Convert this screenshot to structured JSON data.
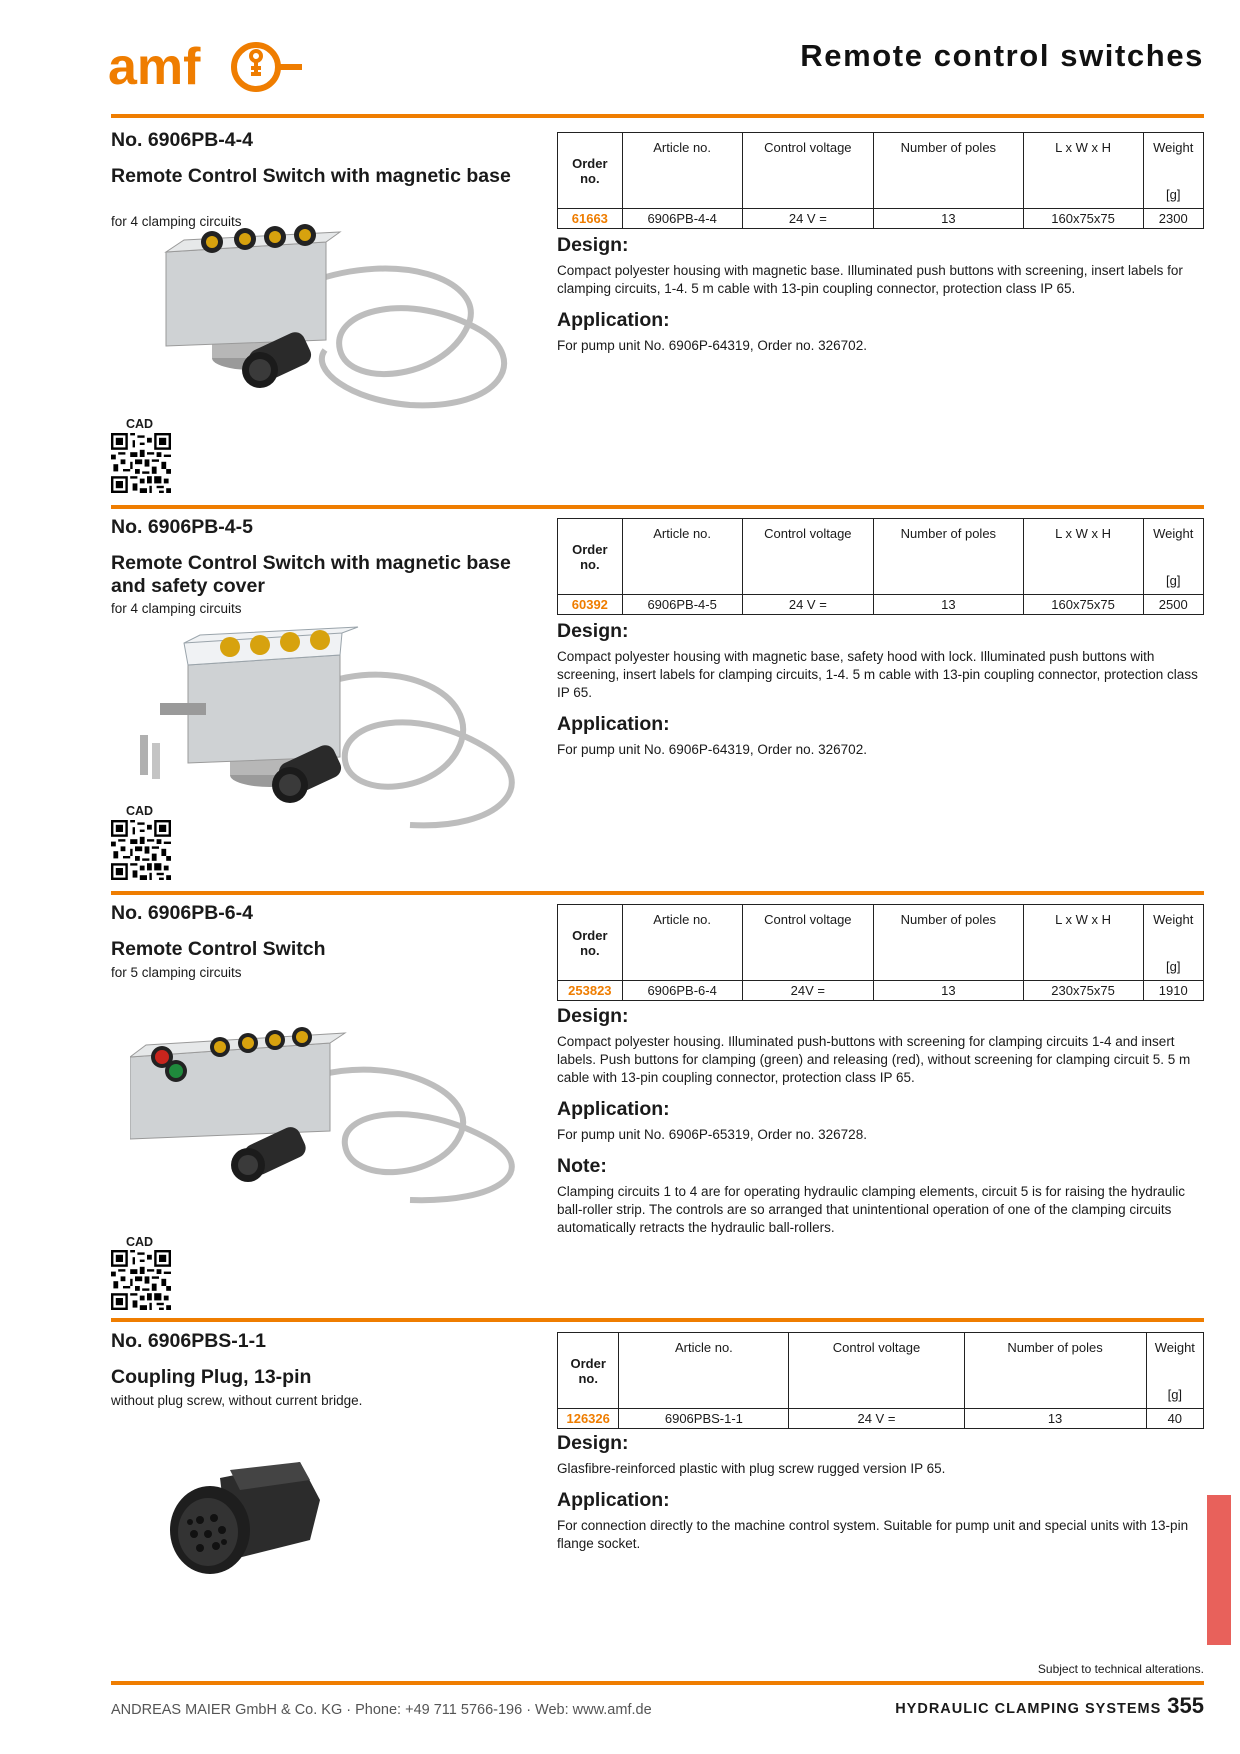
{
  "header": {
    "logo_text": "amf",
    "title": "Remote control switches"
  },
  "table_headers": {
    "order": "Order no.",
    "article": "Article no.",
    "voltage": "Control voltage",
    "poles": "Number of poles",
    "dims": "L x W x H",
    "weight": "Weight",
    "weight_unit": "[g]"
  },
  "labels": {
    "cad": "CAD",
    "design": "Design:",
    "application": "Application:",
    "note": "Note:"
  },
  "colors": {
    "accent": "#ef7d00",
    "side_tab": "#e8615b"
  },
  "products": [
    {
      "no": "No. 6906PB-4-4",
      "name": "Remote Control Switch with magnetic base",
      "sub": "for 4 clamping circuits",
      "row": {
        "order": "61663",
        "article": "6906PB-4-4",
        "voltage": "24 V =",
        "poles": "13",
        "dims": "160x75x75",
        "weight": "2300"
      },
      "design": "Compact polyester housing with magnetic base. Illuminated push buttons with screening, insert labels for clamping circuits, 1-4. 5 m cable with 13-pin coupling connector, protection class IP 65.",
      "application": "For pump unit No. 6906P-64319, Order no. 326702."
    },
    {
      "no": "No. 6906PB-4-5",
      "name": "Remote Control Switch with magnetic base and safety cover",
      "sub": "for 4 clamping circuits",
      "row": {
        "order": "60392",
        "article": "6906PB-4-5",
        "voltage": "24 V =",
        "poles": "13",
        "dims": "160x75x75",
        "weight": "2500"
      },
      "design": "Compact polyester housing with magnetic base, safety hood with lock. Illuminated push buttons with screening, insert labels for clamping circuits, 1-4. 5 m cable with 13-pin coupling connector, protection class IP 65.",
      "application": "For pump unit No. 6906P-64319, Order no. 326702."
    },
    {
      "no": "No. 6906PB-6-4",
      "name": "Remote Control Switch",
      "sub": "for 5 clamping circuits",
      "row": {
        "order": "253823",
        "article": "6906PB-6-4",
        "voltage": "24V =",
        "poles": "13",
        "dims": "230x75x75",
        "weight": "1910"
      },
      "design": "Compact polyester housing. Illuminated push-buttons with screening for clamping circuits 1-4 and insert labels. Push buttons for clamping (green) and releasing (red), without screening for clamping circuit 5. 5 m cable with 13-pin coupling connector, protection class IP 65.",
      "application": "For pump unit No. 6906P-65319, Order no. 326728.",
      "note": "Clamping circuits 1 to 4 are for operating hydraulic clamping elements, circuit 5 is for raising the hydraulic ball-roller strip. The controls are so arranged that unintentional operation of one of the clamping circuits automatically retracts the hydraulic ball-rollers."
    },
    {
      "no": "No. 6906PBS-1-1",
      "name": "Coupling Plug, 13-pin",
      "sub": "without plug screw, without current bridge.",
      "row": {
        "order": "126326",
        "article": "6906PBS-1-1",
        "voltage": "24 V =",
        "poles": "13",
        "weight": "40"
      },
      "design": "Glasfibre-reinforced plastic with plug screw rugged version IP 65.",
      "application": "For connection directly to the machine control system. Suitable for pump unit and special units with 13-pin flange socket."
    }
  ],
  "footer": {
    "disclaimer": "Subject to technical alterations.",
    "company": "ANDREAS MAIER GmbH & Co. KG · Phone: +49 711 5766-196 · Web: www.amf.de",
    "system": "HYDRAULIC CLAMPING SYSTEMS",
    "page": "355"
  }
}
